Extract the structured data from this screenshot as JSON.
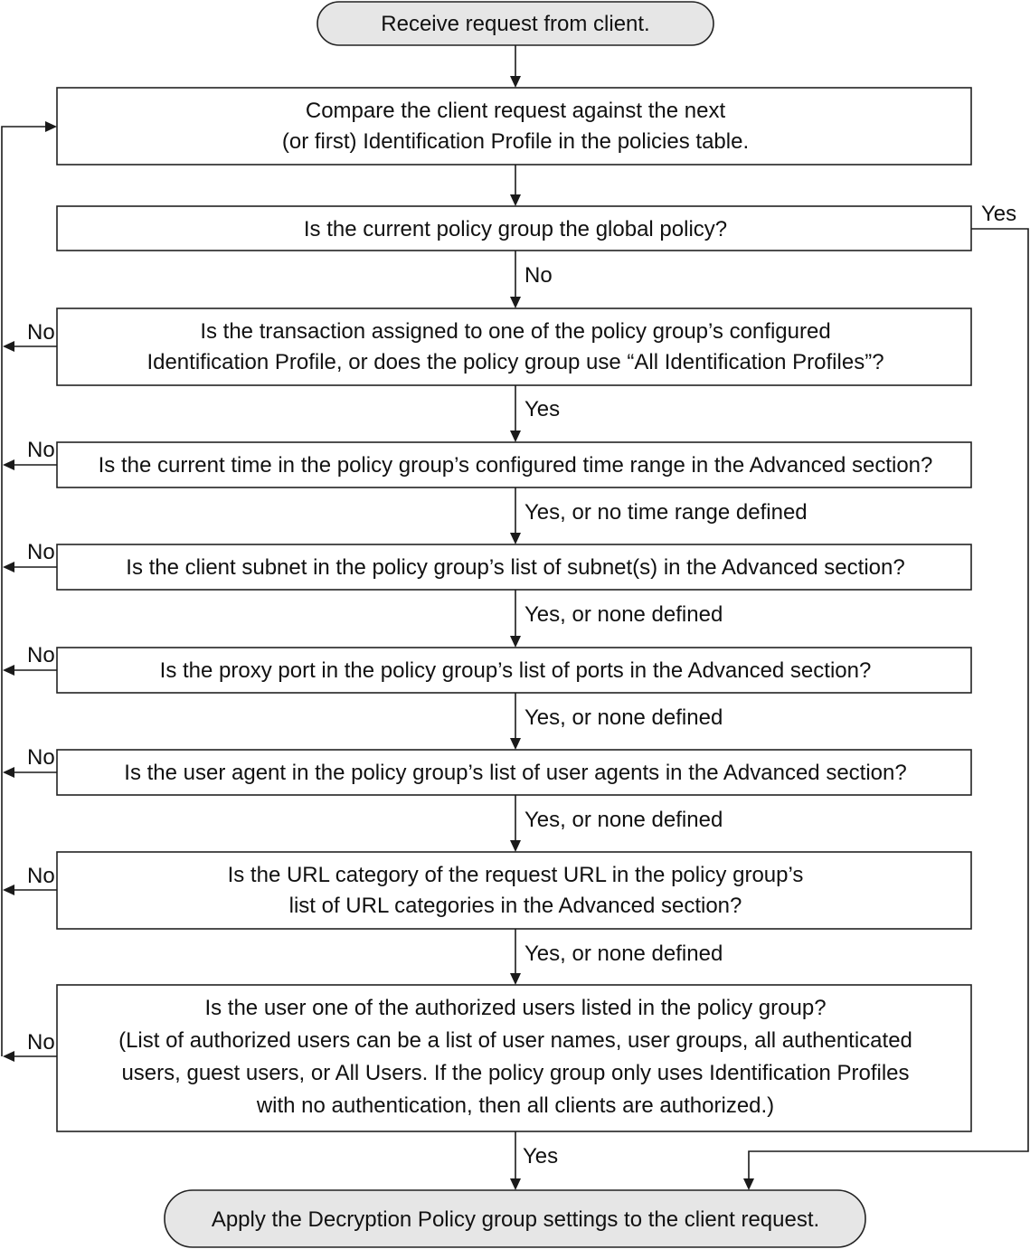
{
  "start": "Receive request from client.",
  "steps": [
    [
      "Compare the client request against the next",
      "(or first) Identification Profile in the policies table."
    ],
    [
      "Is the current policy group the global policy?"
    ],
    [
      "Is the transaction assigned to one of the policy group’s configured",
      "Identification Profile, or does the policy group use “All Identification Profiles”?"
    ],
    [
      "Is the current time in the policy group’s configured time range in the Advanced section?"
    ],
    [
      "Is the client subnet in the policy group’s list of subnet(s) in the Advanced section?"
    ],
    [
      "Is the proxy port in the policy group’s list of ports in the Advanced section?"
    ],
    [
      "Is the user agent in the policy group’s list of user agents in the Advanced section?"
    ],
    [
      "Is the URL category of the request URL in the policy group’s",
      "list of URL categories in the Advanced section?"
    ],
    [
      "Is the user one of the authorized users listed in the policy group?",
      "(List of authorized users can be a list of user names, user groups, all authenticated",
      "users, guest users, or All Users. If the policy group only uses Identification Profiles",
      "with no authentication, then all clients are authorized.)"
    ]
  ],
  "connector_labels": {
    "global_yes": "Yes",
    "global_no": "No",
    "profile_yes": "Yes",
    "time_yes": "Yes, or no time range defined",
    "subnet_yes": "Yes, or none defined",
    "port_yes": "Yes, or none defined",
    "agent_yes": "Yes, or none defined",
    "url_yes": "Yes, or none defined",
    "users_yes": "Yes"
  },
  "no_label": "No",
  "end": "Apply the Decryption Policy group settings to the client request."
}
